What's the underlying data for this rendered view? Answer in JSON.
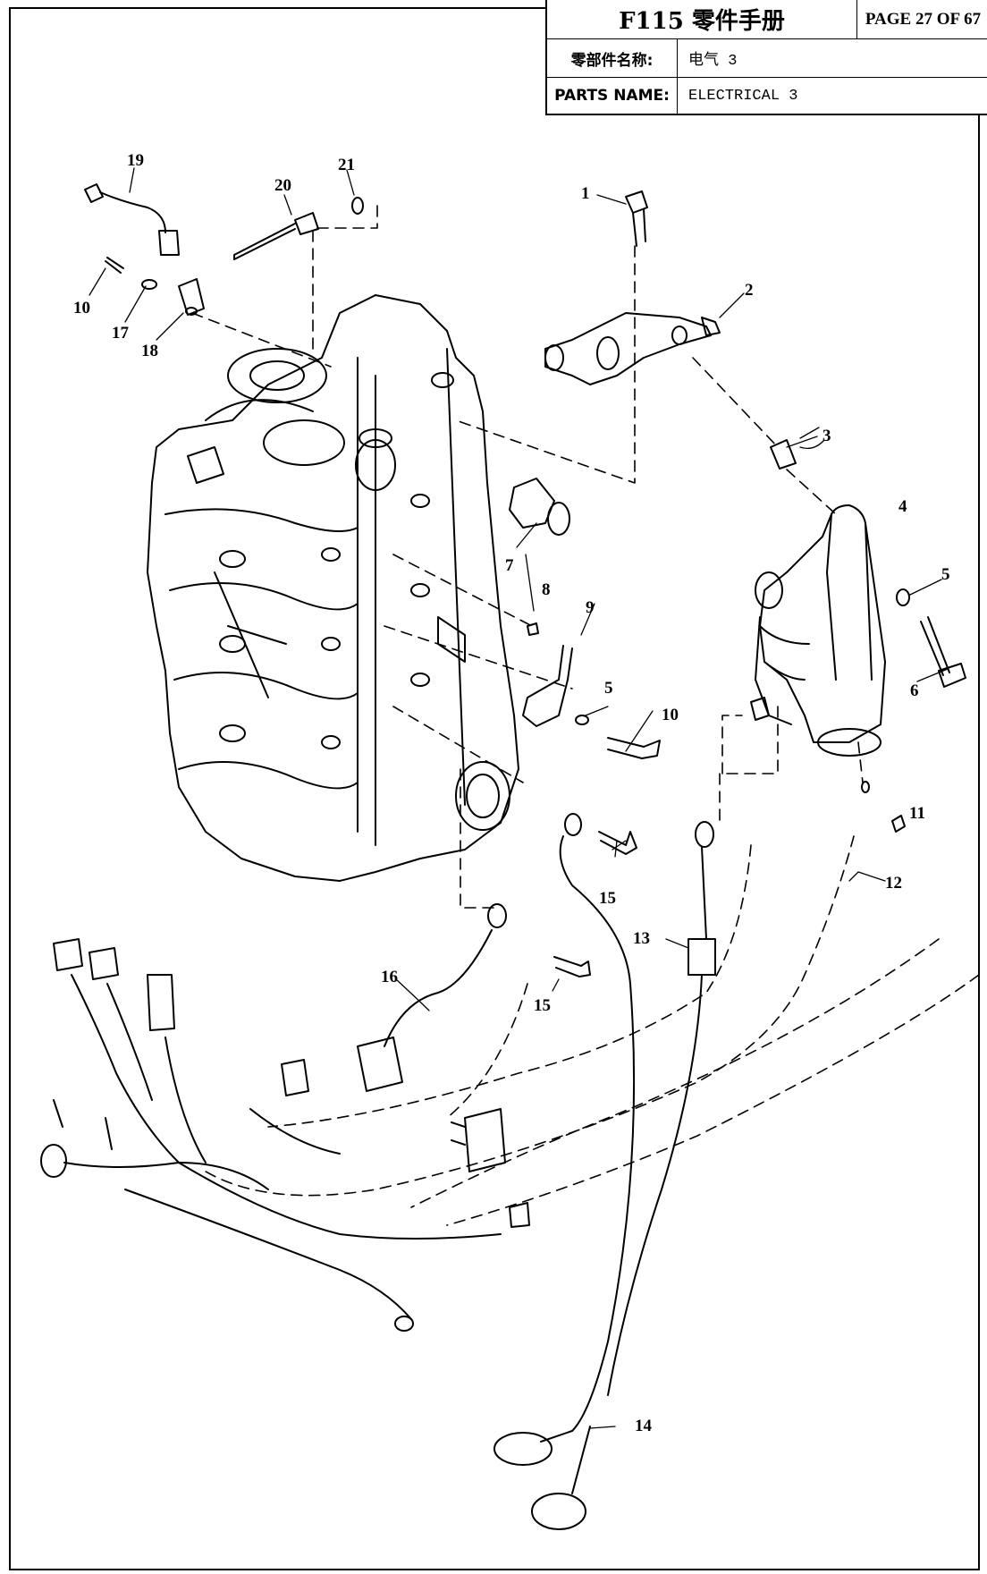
{
  "title_block": {
    "title": "F115 零件手册",
    "page": "PAGE 27 OF 67",
    "parts_name_cn_label": "零部件名称:",
    "parts_name_cn_value": "电气 3",
    "parts_name_en_label": "PARTS NAME:",
    "parts_name_en_value": "ELECTRICAL 3"
  },
  "callouts": [
    "19",
    "21",
    "20",
    "1",
    "10",
    "17",
    "18",
    "2",
    "3",
    "7",
    "4",
    "5",
    "8",
    "9",
    "5",
    "6",
    "10",
    "11",
    "15",
    "12",
    "13",
    "16",
    "15",
    "14"
  ]
}
